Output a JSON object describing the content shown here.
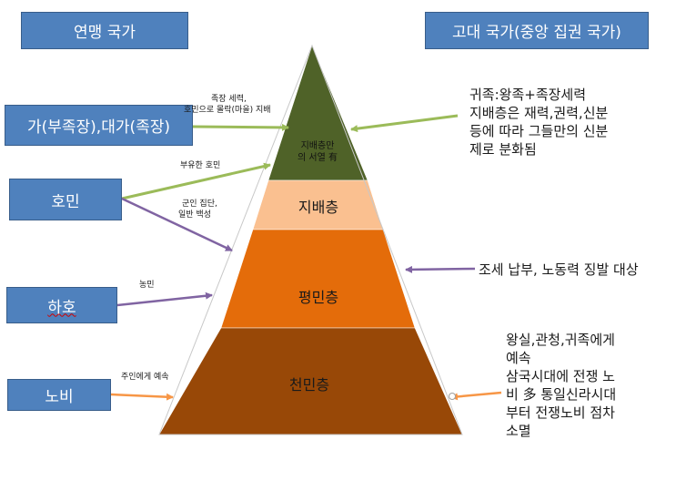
{
  "headers": {
    "left": "연맹 국가",
    "right": "고대 국가(중앙 집권 국가)"
  },
  "left_boxes": [
    {
      "id": "ga",
      "label": "가(부족장),대가(족장)"
    },
    {
      "id": "homin",
      "label": "호민"
    },
    {
      "id": "haho",
      "label": "하호"
    },
    {
      "id": "nobi",
      "label": "노비"
    }
  ],
  "arrow_notes": {
    "ga_line1": "족장 세력,",
    "ga_line2": "호민으로 몰락(마을) 지배",
    "homin_upper": "부유한 호민",
    "homin_lower_line1": "군인 집단,",
    "homin_lower_line2": "일반 백성",
    "haho": "농민",
    "nobi": "주인에게 예속"
  },
  "pyramid": {
    "apex_line1": "지배층만",
    "apex_line2": "의 서열 有",
    "ruling": "지배층",
    "commoner": "평민층",
    "lowborn": "천민층",
    "colors": {
      "apex": "#4f6228",
      "ruling": "#fac090",
      "commoner": "#e46c0a",
      "lowborn": "#984807"
    }
  },
  "right_notes": {
    "ruling": [
      "귀족:왕족+족장세력",
      "지배층은 재력,권력,신분",
      "등에 따라 그들만의 신분",
      "제로 분화됨"
    ],
    "commoner": "조세 납부, 노동력 징발 대상",
    "lowborn": [
      "왕실,관청,귀족에게",
      "예속",
      "삼국시대에 전쟁 노",
      "비 多 통일신라시대",
      "부터 전쟁노비 점차",
      "소멸"
    ]
  },
  "arrow_colors": {
    "green": "#9bbb59",
    "purple": "#8064a2",
    "orange": "#f79646"
  }
}
